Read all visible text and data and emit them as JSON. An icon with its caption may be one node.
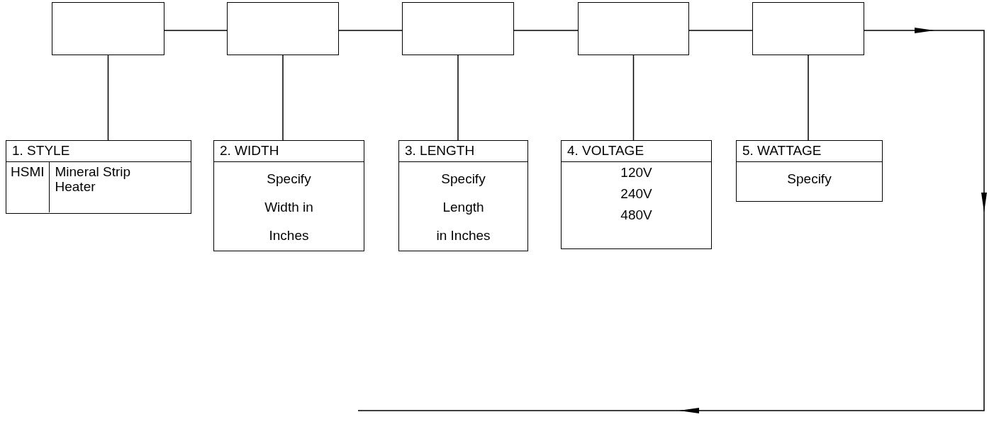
{
  "diagram": {
    "nodes": [
      {
        "text": [],
        "shape": "box"
      },
      {
        "text": [],
        "shape": "box"
      },
      {
        "text": [],
        "shape": "box"
      },
      {
        "text": [],
        "shape": "box"
      },
      {
        "text": [],
        "shape": "box"
      },
      {
        "text": [
          "1. STYLE",
          "HSMI",
          "Mineral Strip Heater"
        ]
      },
      {
        "text": [
          "2. WIDTH",
          "Specify Width in Inches"
        ]
      },
      {
        "text": [
          "3. LENGTH",
          "Specify Length in Inches"
        ]
      },
      {
        "text": [
          "4. VOLTAGE",
          "120V",
          "240V",
          "480V"
        ]
      },
      {
        "text": [
          "5. WATTAGE",
          "Specify"
        ]
      }
    ],
    "edges": [
      {
        "from": 0,
        "to": 1,
        "arrow": "none"
      },
      {
        "from": 1,
        "to": 2,
        "arrow": "none"
      },
      {
        "from": 2,
        "to": 3,
        "arrow": "none"
      },
      {
        "from": 3,
        "to": 4,
        "arrow": "none"
      },
      {
        "from": 0,
        "to": 5,
        "arrow": "none"
      },
      {
        "from": 1,
        "to": 6,
        "arrow": "none"
      },
      {
        "from": 2,
        "to": 7,
        "arrow": "none"
      },
      {
        "from": 3,
        "to": 8,
        "arrow": "none"
      },
      {
        "from": 4,
        "to": 9,
        "arrow": "none"
      },
      {
        "from": 4,
        "to": null,
        "arrow": "to"
      }
    ]
  }
}
